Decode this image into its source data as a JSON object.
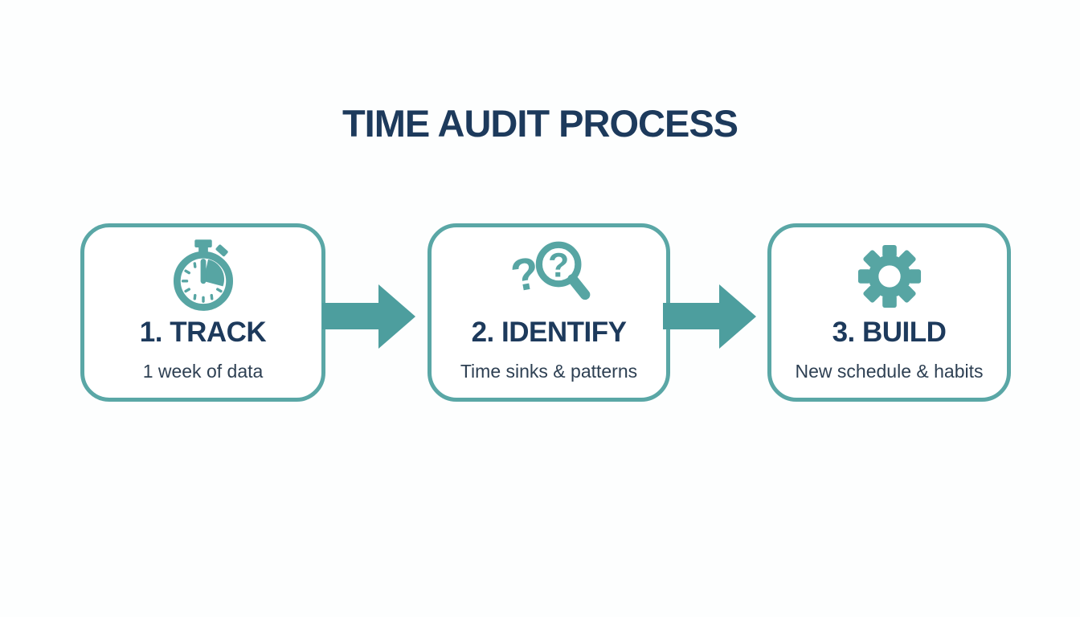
{
  "title": "TIME AUDIT PROCESS",
  "palette": {
    "page_bg": "#fdfefe",
    "box_bg": "#ffffff",
    "teal": "#5aa7a6",
    "arrow_teal": "#4d9e9e",
    "icon_teal": "#57a5a3",
    "heading_navy": "#1d3a5c",
    "subtitle_slate": "#2e4053"
  },
  "steps": [
    {
      "label": "1. TRACK",
      "sublabel": "1 week of data",
      "icon": "stopwatch-icon"
    },
    {
      "label": "2. IDENTIFY",
      "sublabel": "Time sinks & patterns",
      "icon": "magnifier-question-icon"
    },
    {
      "label": "3. BUILD",
      "sublabel": "New schedule & habits",
      "icon": "gear-icon"
    }
  ],
  "connectors": [
    {
      "icon": "arrow-right-icon"
    },
    {
      "icon": "arrow-right-icon"
    }
  ],
  "icons": {
    "question_glyph": "?"
  }
}
